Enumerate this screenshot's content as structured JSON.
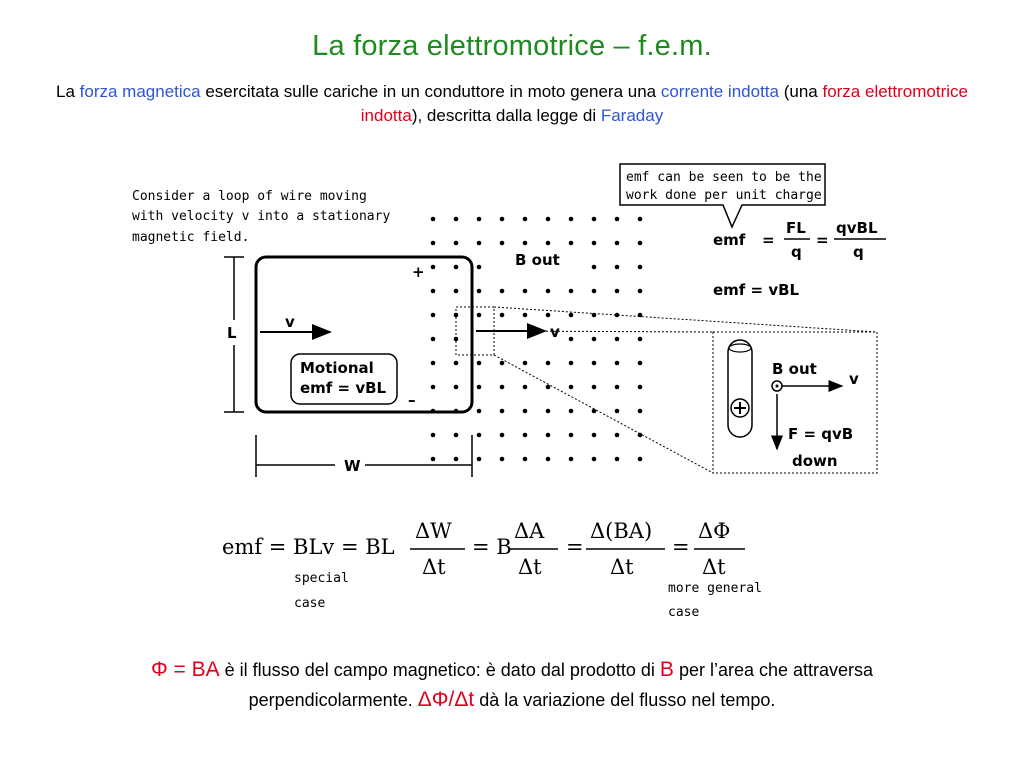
{
  "slide": {
    "title": "La forza elettromotrice – f.e.m.",
    "subtitle": {
      "p1": "La ",
      "p2": "forza magnetica",
      "p3": " esercitata sulle cariche in un conduttore in moto genera una ",
      "p4": "corrente indotta",
      "p5": " (una ",
      "p6": "forza elettromotrice indotta",
      "p7": "), descritta dalla legge di ",
      "p8": "Faraday"
    },
    "colors": {
      "title": "#1f8a1f",
      "link_blue": "#2f54d6",
      "highlight_red": "#e0001b"
    }
  },
  "diagram": {
    "intro": [
      "Consider a loop of wire moving",
      "with velocity v into a stationary",
      "magnetic field."
    ],
    "bubble": [
      "emf can be seen to be the",
      "work done per unit charge"
    ],
    "b_out": "B out",
    "v": "v",
    "L": "L",
    "W": "W",
    "plus": "+",
    "minus": "–",
    "motional": [
      "Motional",
      "emf = vBL"
    ],
    "emf_eq": {
      "emf": "emf",
      "eq": "=",
      "fl": "FL",
      "q": "q",
      "qvbl": "qvBL"
    },
    "emf_vbl": "emf = vBL",
    "zoom": {
      "b_out": "B out",
      "v": "v",
      "f": "F = qvB",
      "down": "down"
    }
  },
  "equation": {
    "lhs": "emf = BLv = BL",
    "f1_num": "ΔW",
    "f1_den": "Δt",
    "eq2": "= B",
    "f2_num": "ΔA",
    "f2_den": "Δt",
    "eq3": "=",
    "f3_num": "Δ(BA)",
    "f3_den": "Δt",
    "eq4": "=",
    "f4_num": "ΔΦ",
    "f4_den": "Δt",
    "special": [
      "special",
      "case"
    ],
    "general": [
      "more general",
      "case"
    ]
  },
  "footer": {
    "phi": "Φ = BA",
    "t1": " è il flusso del campo magnetico: è dato dal prodotto di ",
    "b": "B",
    "t2": " per l’area che attraversa",
    "t3": "perpendicolarmente. ",
    "dphi": "ΔΦ/Δt",
    "t4": " dà la variazione del flusso nel tempo."
  }
}
